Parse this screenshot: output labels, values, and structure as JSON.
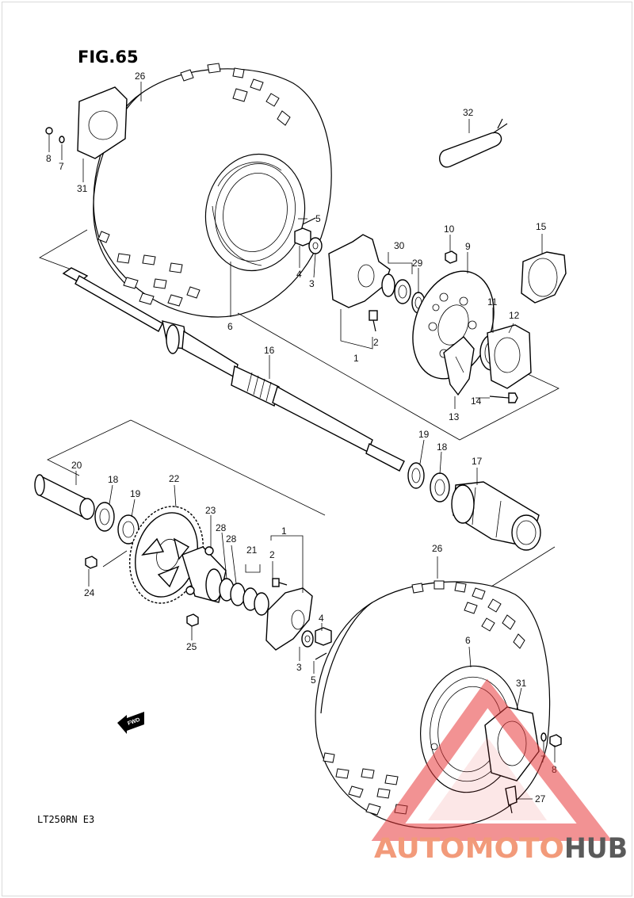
{
  "figure": {
    "title": "FIG.65",
    "model": "LT250RN  E3",
    "fwd_label": "FWD"
  },
  "callouts": [
    {
      "id": "c26a",
      "text": "26"
    },
    {
      "id": "c8a",
      "text": "8"
    },
    {
      "id": "c7a",
      "text": "7"
    },
    {
      "id": "c31a",
      "text": "31"
    },
    {
      "id": "c5a",
      "text": "5"
    },
    {
      "id": "c4a",
      "text": "4"
    },
    {
      "id": "c3a",
      "text": "3"
    },
    {
      "id": "c6a",
      "text": "6"
    },
    {
      "id": "c32",
      "text": "32"
    },
    {
      "id": "c30",
      "text": "30"
    },
    {
      "id": "c29",
      "text": "29"
    },
    {
      "id": "c10",
      "text": "10"
    },
    {
      "id": "c9",
      "text": "9"
    },
    {
      "id": "c15",
      "text": "15"
    },
    {
      "id": "c11",
      "text": "11"
    },
    {
      "id": "c12",
      "text": "12"
    },
    {
      "id": "c2a",
      "text": "2"
    },
    {
      "id": "c1a",
      "text": "1"
    },
    {
      "id": "c14",
      "text": "14"
    },
    {
      "id": "c13",
      "text": "13"
    },
    {
      "id": "c16",
      "text": "16"
    },
    {
      "id": "c19a",
      "text": "19"
    },
    {
      "id": "c18a",
      "text": "18"
    },
    {
      "id": "c17",
      "text": "17"
    },
    {
      "id": "c20",
      "text": "20"
    },
    {
      "id": "c18b",
      "text": "18"
    },
    {
      "id": "c19b",
      "text": "19"
    },
    {
      "id": "c22",
      "text": "22"
    },
    {
      "id": "c23",
      "text": "23"
    },
    {
      "id": "c28a",
      "text": "28"
    },
    {
      "id": "c28b",
      "text": "28"
    },
    {
      "id": "c21",
      "text": "21"
    },
    {
      "id": "c1b",
      "text": "1"
    },
    {
      "id": "c2b",
      "text": "2"
    },
    {
      "id": "c24",
      "text": "24"
    },
    {
      "id": "c25",
      "text": "25"
    },
    {
      "id": "c4b",
      "text": "4"
    },
    {
      "id": "c3b",
      "text": "3"
    },
    {
      "id": "c5b",
      "text": "5"
    },
    {
      "id": "c26b",
      "text": "26"
    },
    {
      "id": "c6b",
      "text": "6"
    },
    {
      "id": "c31b",
      "text": "31"
    },
    {
      "id": "c7b",
      "text": "7"
    },
    {
      "id": "c8b",
      "text": "8"
    },
    {
      "id": "c27",
      "text": "27"
    }
  ],
  "watermark": {
    "part1": "AUTOMOTO",
    "part2": "HUB",
    "color1": "#f29a7a",
    "color2": "#5a5a5a",
    "triangle_color": "#e8393a"
  }
}
